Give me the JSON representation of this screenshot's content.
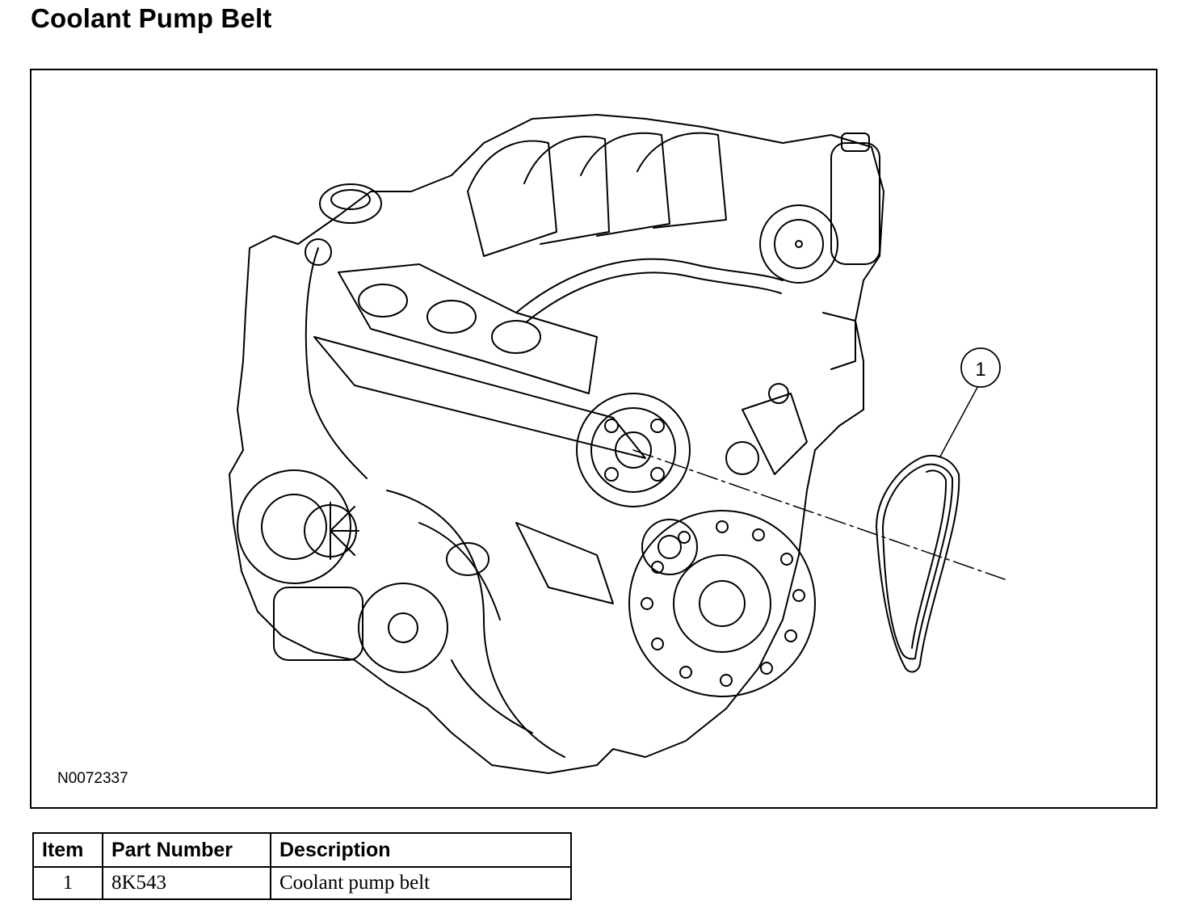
{
  "page": {
    "title": "Coolant Pump Belt"
  },
  "figure": {
    "figure_id": "N0072337",
    "callouts": [
      {
        "label": "1"
      }
    ]
  },
  "parts_table": {
    "headers": [
      "Item",
      "Part Number",
      "Description"
    ],
    "rows": [
      {
        "item": "1",
        "part_number": "8K543",
        "description": "Coolant pump belt"
      }
    ]
  }
}
